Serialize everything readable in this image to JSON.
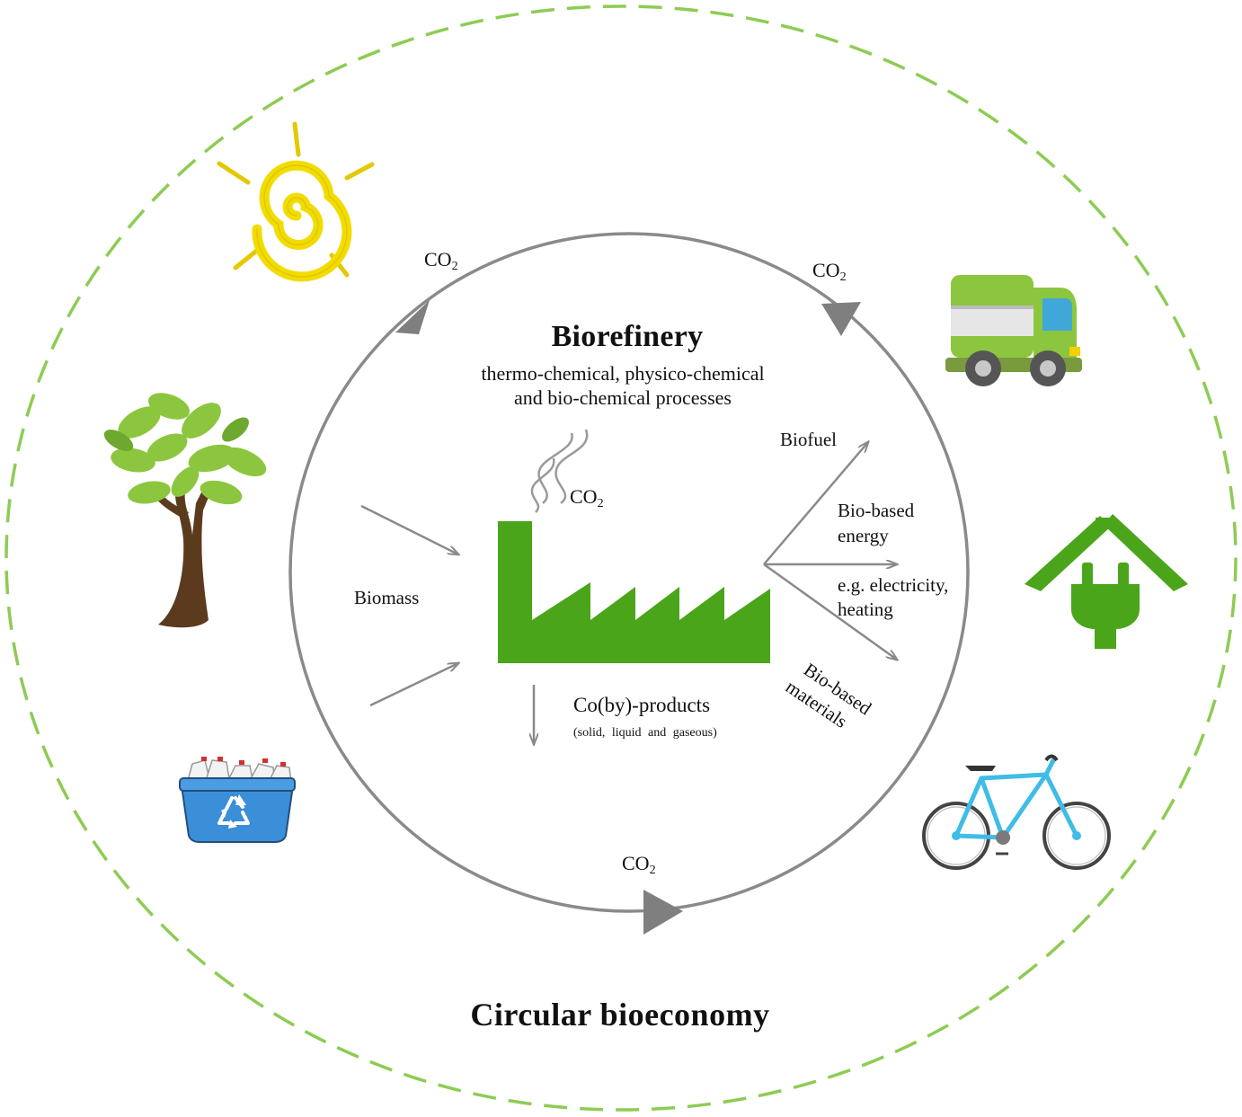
{
  "title": "Circular bioeconomy",
  "biorefinery": {
    "title": "Biorefinery",
    "subtitle_line1": "thermo-chemical, physico-chemical",
    "subtitle_line2": "and bio-chemical processes"
  },
  "co2": {
    "base": "CO",
    "subscript": "2"
  },
  "inputs": {
    "biomass": "Biomass"
  },
  "outputs": {
    "biofuel": "Biofuel",
    "bio_energy_line1": "Bio-based",
    "bio_energy_line2": "energy",
    "electricity_line1": "e.g. electricity,",
    "electricity_line2": "heating",
    "materials_line1": "Bio-based",
    "materials_line2": "materials"
  },
  "coproducts": {
    "label": "Co(by)-products",
    "detail": "(solid, liquid and gaseous)"
  },
  "colors": {
    "dashed_ring": "#8dcc53",
    "cycle_ring": "#7f7f7f",
    "factory": "#4aa51a",
    "sun": "#f2dc00",
    "truck": "#8cc63f",
    "bicycle": "#3fbde6",
    "recycle_bin": "#3b8fd8",
    "house_plug": "#4aa51a"
  },
  "icons": [
    "sun-icon",
    "tree-icon",
    "recycle-bin-icon",
    "factory-icon",
    "truck-icon",
    "house-plug-icon",
    "bicycle-icon"
  ]
}
